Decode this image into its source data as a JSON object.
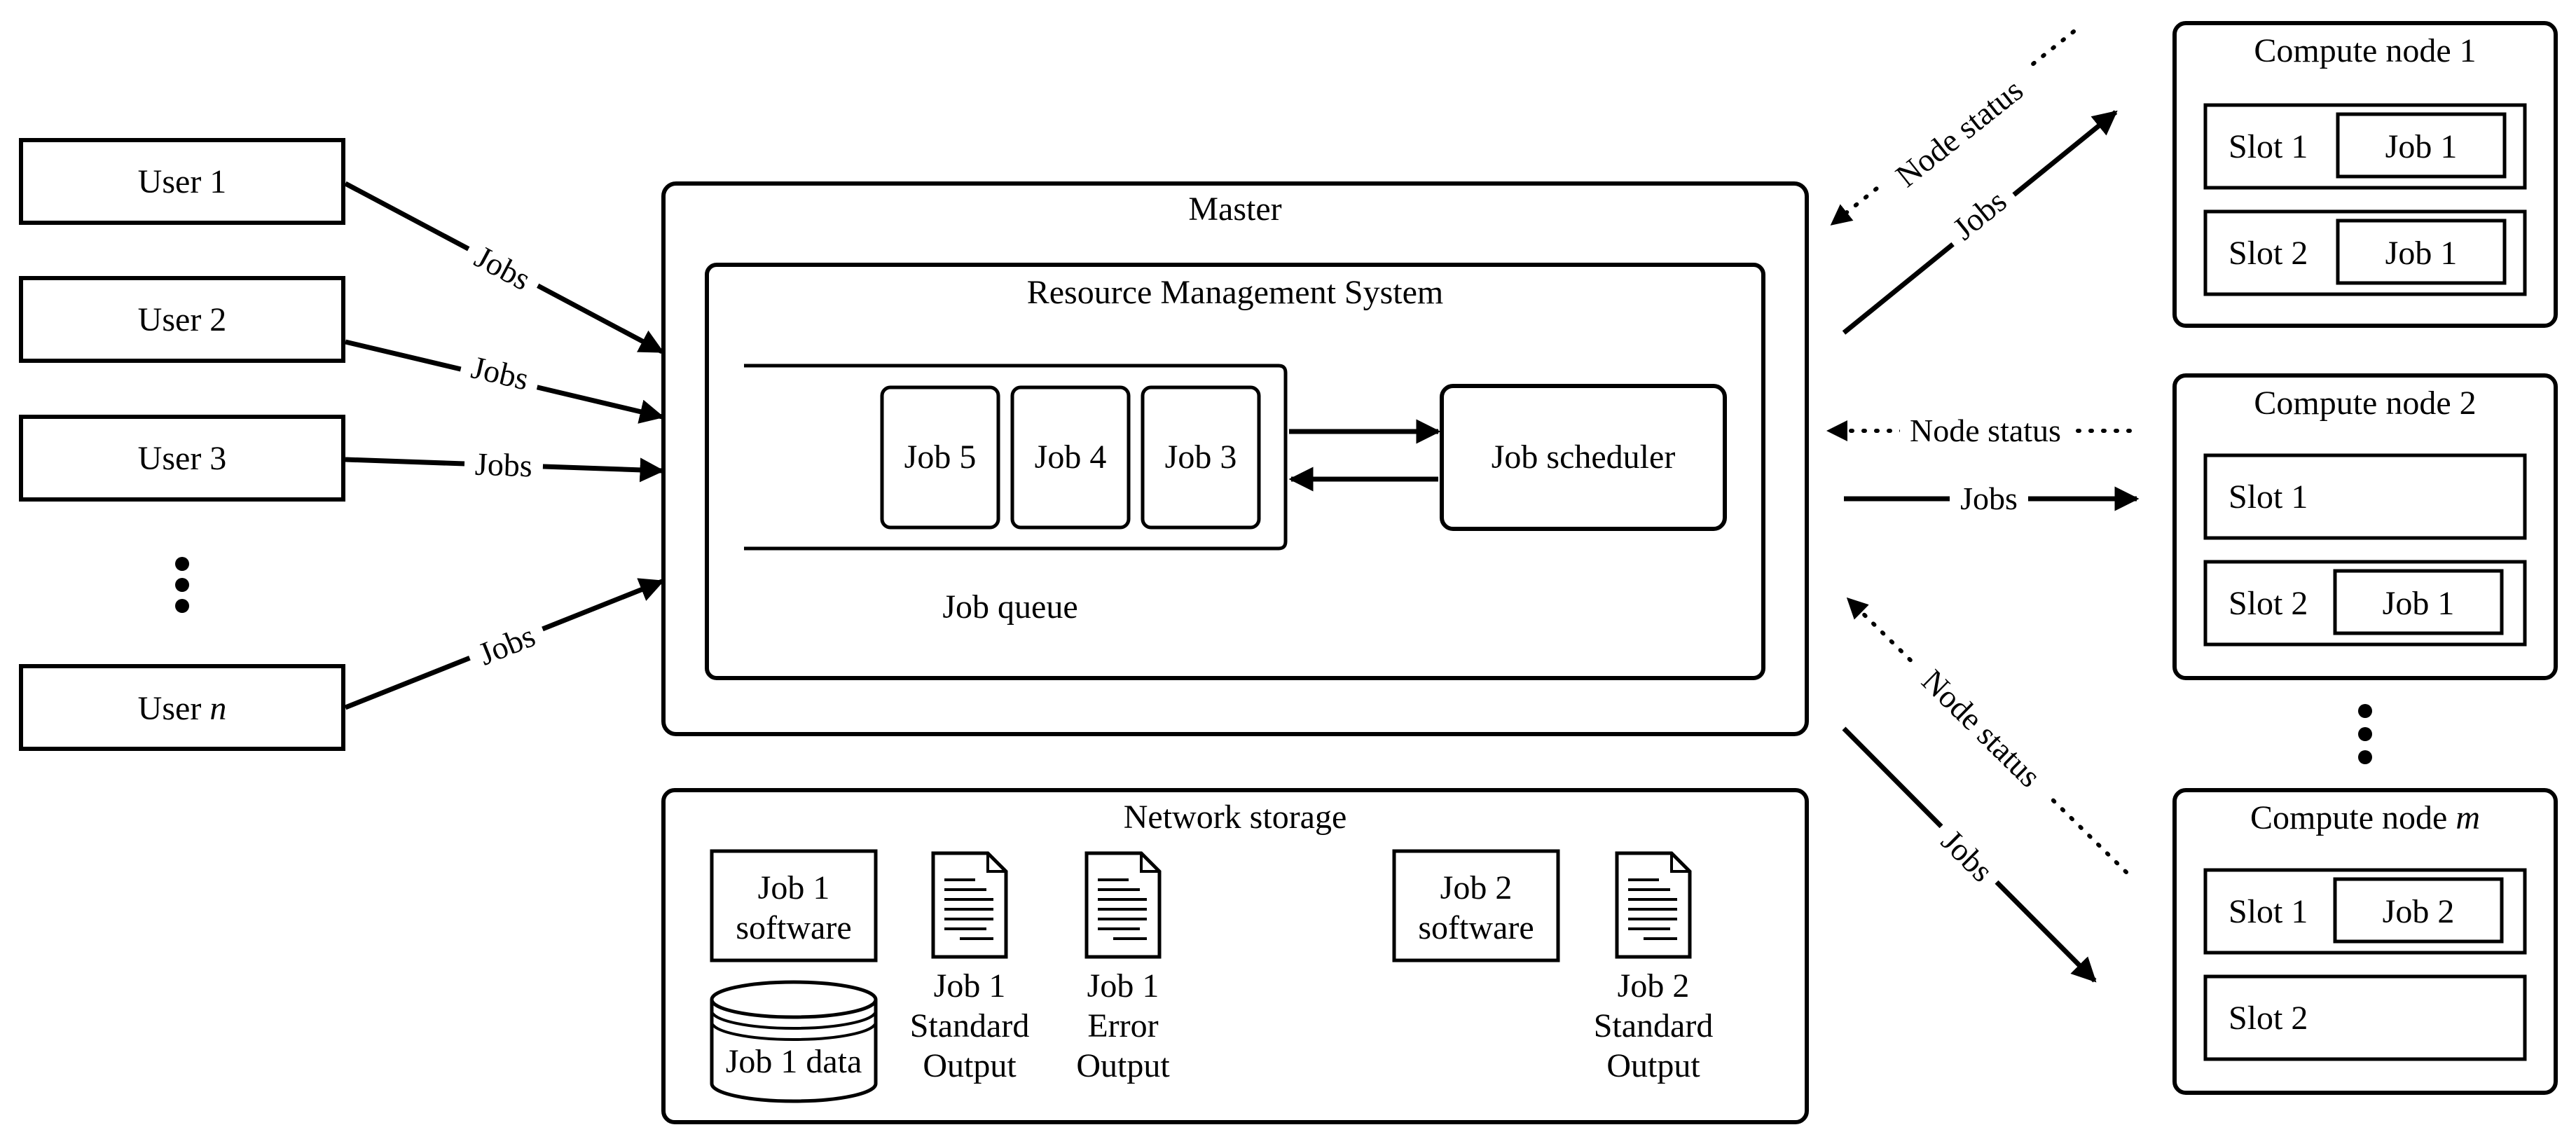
{
  "users": [
    {
      "label": "User 1"
    },
    {
      "label": "User 2"
    },
    {
      "label": "User 3"
    },
    {
      "label": "User ",
      "label_var": "n"
    }
  ],
  "edge_labels": {
    "jobs": "Jobs",
    "node_status": "Node status"
  },
  "master": {
    "title": "Master",
    "rms_title": "Resource Management System",
    "queue_jobs": [
      "Job 5",
      "Job 4",
      "Job 3"
    ],
    "queue_label": "Job queue",
    "scheduler": "Job scheduler"
  },
  "storage": {
    "title": "Network storage",
    "job1_software": [
      "Job 1",
      "software"
    ],
    "job1_data": "Job 1 data",
    "job1_stdout": [
      "Job 1",
      "Standard",
      "Output"
    ],
    "job1_stderr": [
      "Job 1",
      "Error",
      "Output"
    ],
    "job2_software": [
      "Job 2",
      "software"
    ],
    "job2_stdout": [
      "Job 2",
      "Standard",
      "Output"
    ]
  },
  "nodes": [
    {
      "title": "Compute node 1",
      "slots": [
        {
          "label": "Slot 1",
          "job": "Job 1"
        },
        {
          "label": "Slot 2",
          "job": "Job 1"
        }
      ]
    },
    {
      "title": "Compute node 2",
      "slots": [
        {
          "label": "Slot 1",
          "job": ""
        },
        {
          "label": "Slot 2",
          "job": "Job 1"
        }
      ]
    },
    {
      "title": "Compute node ",
      "title_var": "m",
      "slots": [
        {
          "label": "Slot 1",
          "job": "Job 2"
        },
        {
          "label": "Slot 2",
          "job": ""
        }
      ]
    }
  ]
}
